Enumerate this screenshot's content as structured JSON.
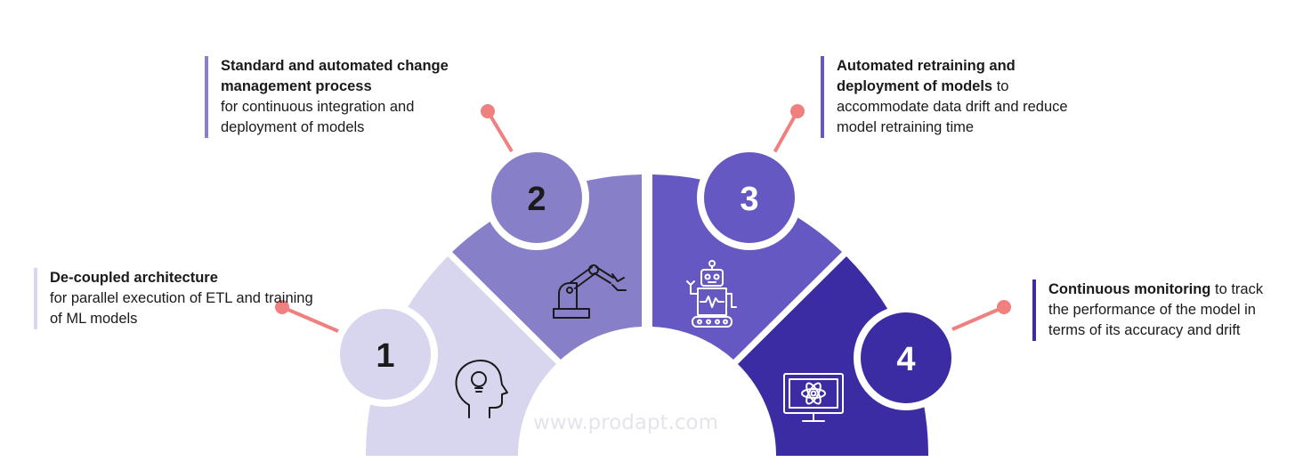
{
  "steps": [
    {
      "number": "1",
      "title": "De-coupled architecture",
      "text": "for parallel execution of ETL and training of ML models",
      "color": "#d8d5ee",
      "icon": "head-lightbulb-icon"
    },
    {
      "number": "2",
      "title": "Standard and automated change management process",
      "text": "for continuous integration and deployment of models",
      "color": "#8780c9",
      "icon": "robotic-arm-icon"
    },
    {
      "number": "3",
      "title": "Automated retraining and deployment of models",
      "text": "to accommodate data drift and reduce model retraining time",
      "color": "#6658c2",
      "icon": "robot-icon"
    },
    {
      "number": "4",
      "title": "Continuous monitoring",
      "text": "to track the performance of the model in terms of its accuracy and drift",
      "color": "#3b2ca3",
      "icon": "monitor-atom-icon"
    }
  ],
  "watermark": "www.prodapt.com",
  "connector_color": "#f08080"
}
